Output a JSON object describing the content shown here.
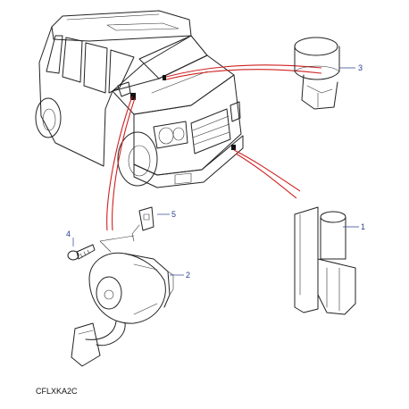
{
  "callouts": [
    {
      "id": "1",
      "text": "1"
    },
    {
      "id": "2",
      "text": "2"
    },
    {
      "id": "3",
      "text": "3"
    },
    {
      "id": "4",
      "text": "4"
    },
    {
      "id": "5",
      "text": "5"
    }
  ],
  "reference_code": "CFLXKA2C",
  "colors": {
    "line_art": "#222222",
    "callout": "#2a3f8f",
    "location_lines": "#d02020"
  }
}
